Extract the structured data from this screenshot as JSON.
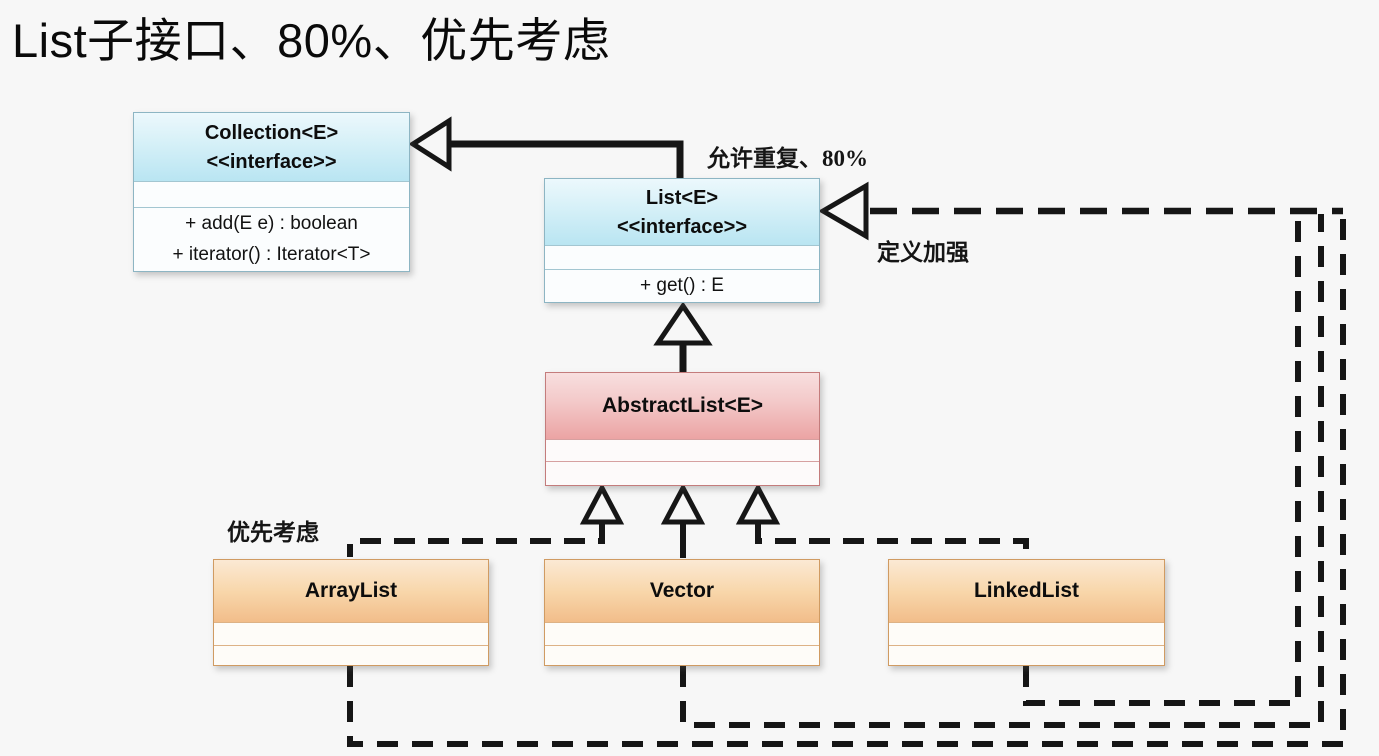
{
  "title": "List子接口、80%、优先考虑",
  "annotations": {
    "allow_duplicates": "允许重复、80%",
    "define_enhance": "定义加强",
    "priority": "优先考虑"
  },
  "classes": {
    "collection": {
      "name": "Collection<E>",
      "stereotype": "<<interface>>",
      "methods": [
        "+ add(E e) : boolean",
        "+ iterator() : Iterator<T>"
      ]
    },
    "list": {
      "name": "List<E>",
      "stereotype": "<<interface>>",
      "methods": [
        "+ get() : E"
      ]
    },
    "abstract_list": {
      "name": "AbstractList<E>"
    },
    "array_list": {
      "name": "ArrayList"
    },
    "vector": {
      "name": "Vector"
    },
    "linked_list": {
      "name": "LinkedList"
    }
  },
  "colors": {
    "background": "#f7f7f7",
    "interface_header": "#b9e5f2",
    "abstract_header": "#eba4a4",
    "concrete_header": "#f2bd8a",
    "line": "#161616"
  },
  "relations": {
    "list_extends_collection": "solid-generalization",
    "abstractlist_extends_list": "solid-generalization",
    "subclasses_extend_abstractlist": "dashed-generalization",
    "subclasses_to_list": "dashed-generalization"
  }
}
